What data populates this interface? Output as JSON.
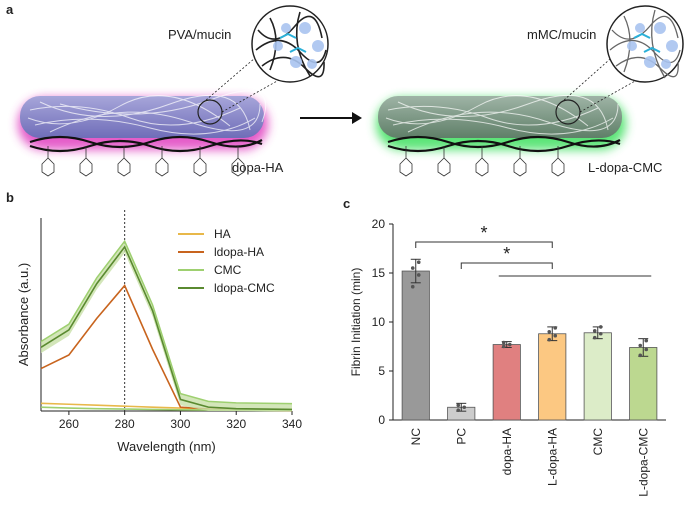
{
  "panel_a": {
    "letter": "a",
    "left_top_label": "PVA/mucin",
    "left_bottom_label": "dopa-HA",
    "right_top_label": "mMC/mucin",
    "right_bottom_label": "L-dopa-CMC",
    "colors": {
      "left_rod": "#8a88c8",
      "left_glow": "#e040c0",
      "right_rod": "#7a9a84",
      "right_glow": "#40e060"
    }
  },
  "chart_data": [
    {
      "type": "line",
      "panel": "b",
      "xlabel": "Wavelength (nm)",
      "ylabel": "Absorbance (a.u.)",
      "xlim": [
        250,
        340
      ],
      "xticks": [
        260,
        280,
        300,
        320,
        340
      ],
      "yticks_shown": false,
      "vline_x": 280,
      "legend_position": "top-right",
      "series": [
        {
          "name": "HA",
          "color": "#e8b84a",
          "x": [
            250,
            260,
            270,
            280,
            290,
            300,
            310,
            320,
            330,
            340
          ],
          "y": [
            0.04,
            0.035,
            0.03,
            0.025,
            0.02,
            0.015,
            0.01,
            0.005,
            0.004,
            0.003
          ]
        },
        {
          "name": "ldopa-HA",
          "color": "#c8641e",
          "x": [
            250,
            260,
            270,
            280,
            290,
            300,
            310,
            320,
            330,
            340
          ],
          "y": [
            0.22,
            0.29,
            0.48,
            0.65,
            0.32,
            0.02,
            0.01,
            0.006,
            0.004,
            0.003
          ]
        },
        {
          "name": "CMC",
          "color": "#9ed070",
          "x": [
            250,
            260,
            270,
            280,
            290,
            300,
            310,
            320,
            330,
            340
          ],
          "y": [
            0.02,
            0.015,
            0.012,
            0.01,
            0.008,
            0.006,
            0.005,
            0.004,
            0.003,
            0.003
          ]
        },
        {
          "name": "ldopa-CMC",
          "color": "#5a8a30",
          "x": [
            250,
            260,
            270,
            280,
            290,
            300,
            310,
            320,
            330,
            340
          ],
          "y": [
            0.33,
            0.42,
            0.66,
            0.85,
            0.52,
            0.06,
            0.02,
            0.012,
            0.01,
            0.008
          ],
          "band": 0.03
        }
      ]
    },
    {
      "type": "bar",
      "panel": "c",
      "ylabel": "Fibrin Initiation (min)",
      "ylim": [
        0,
        20
      ],
      "yticks": [
        0,
        5,
        10,
        15,
        20
      ],
      "categories": [
        "NC",
        "PC",
        "dopa-HA",
        "L-dopa-HA",
        "CMC",
        "L-dopa-CMC"
      ],
      "values": [
        15.2,
        1.3,
        7.7,
        8.8,
        8.9,
        7.4
      ],
      "errors": [
        1.2,
        0.4,
        0.3,
        0.7,
        0.6,
        0.9
      ],
      "colors": [
        "#999999",
        "#cccccc",
        "#e08080",
        "#fcc882",
        "#dcecc8",
        "#bcd890"
      ],
      "points": [
        [
          13.6,
          14.8,
          15.5,
          16.1
        ],
        [
          1.0,
          1.3,
          1.5
        ],
        [
          7.5,
          7.7,
          7.9
        ],
        [
          8.2,
          8.6,
          9.0,
          9.4
        ],
        [
          8.4,
          8.8,
          9.1,
          9.5
        ],
        [
          6.6,
          7.2,
          7.6,
          8.1
        ]
      ],
      "significance": [
        {
          "label": "*",
          "from": "NC",
          "to": "L-dopa-HA"
        },
        {
          "label": "*",
          "from": "PC",
          "to": "L-dopa-HA",
          "extends_to": "L-dopa-CMC"
        }
      ]
    }
  ],
  "panel_b_letter": "b",
  "panel_c_letter": "c"
}
